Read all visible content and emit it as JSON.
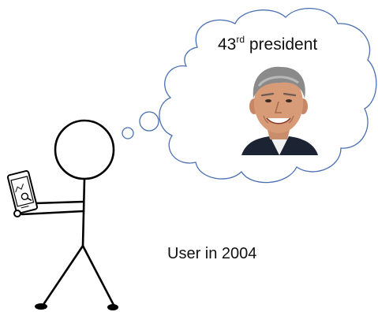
{
  "thought": {
    "number": "43",
    "suffix": "rd",
    "rest": " president",
    "portrait_icon": "smiling-man-portrait"
  },
  "caption": "User in 2004",
  "colors": {
    "cloud_stroke": "#4a6fb3",
    "stick_figure": "#000000",
    "background": "#ffffff"
  }
}
